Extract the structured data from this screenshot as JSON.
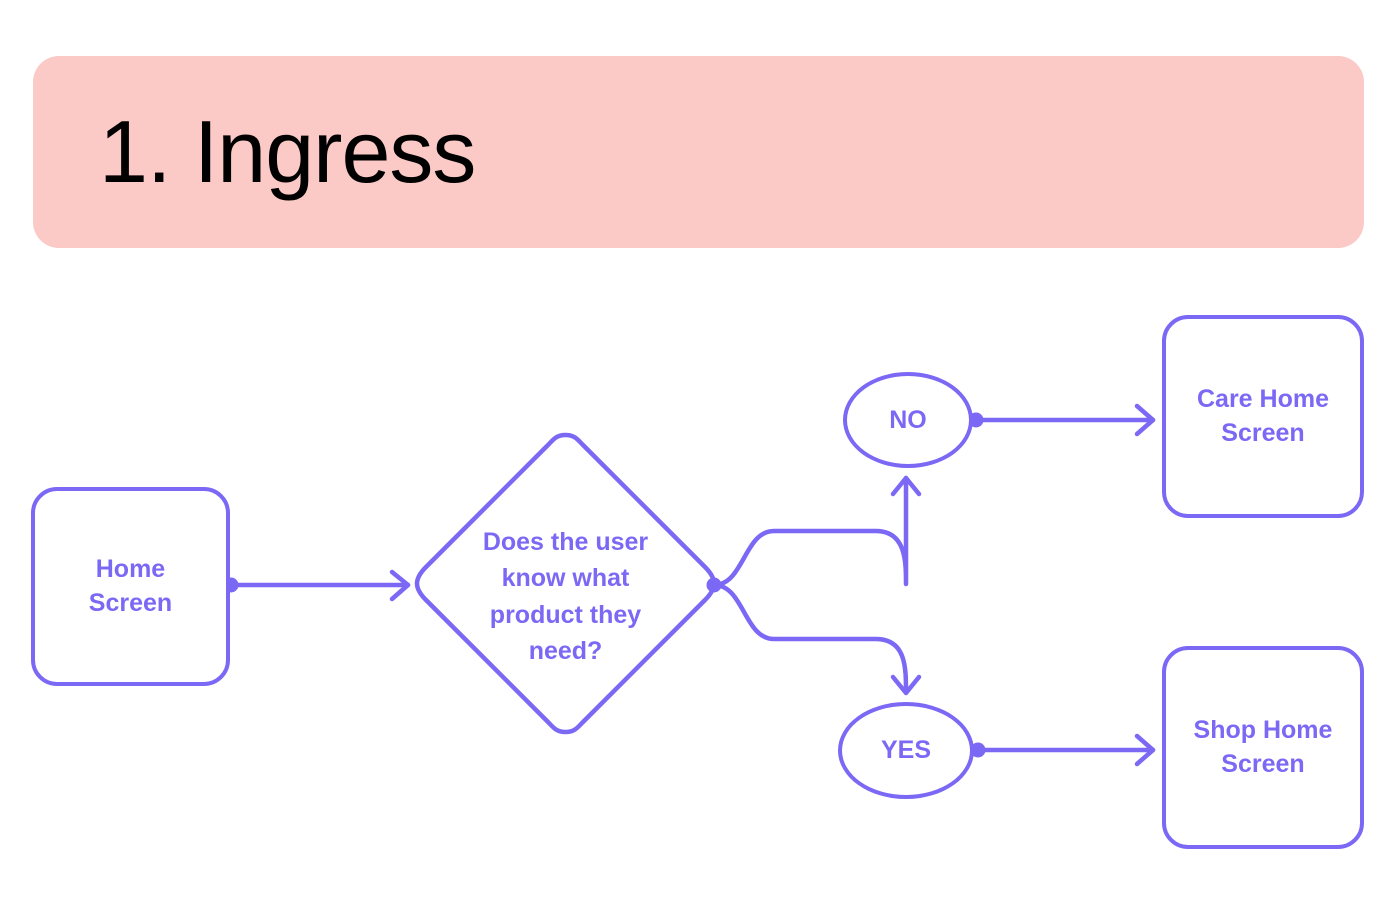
{
  "header": {
    "title": "1. Ingress",
    "background_color": "#FBC9C6",
    "text_color": "#000000"
  },
  "theme": {
    "accent_color": "#7B68F5",
    "canvas_background": "#FFFFFF"
  },
  "diagram": {
    "type": "flowchart",
    "nodes": [
      {
        "id": "home-screen",
        "shape": "rounded-rect",
        "label": "Home\nScreen"
      },
      {
        "id": "decision",
        "shape": "diamond",
        "label": "Does the user\nknow what\nproduct they\nneed?"
      },
      {
        "id": "no",
        "shape": "ellipse",
        "label": "NO"
      },
      {
        "id": "yes",
        "shape": "ellipse",
        "label": "YES"
      },
      {
        "id": "care-home",
        "shape": "rounded-rect",
        "label": "Care Home\nScreen"
      },
      {
        "id": "shop-home",
        "shape": "rounded-rect",
        "label": "Shop Home\nScreen"
      }
    ],
    "edges": [
      {
        "from": "home-screen",
        "to": "decision",
        "label": ""
      },
      {
        "from": "decision",
        "to": "no",
        "label": ""
      },
      {
        "from": "decision",
        "to": "yes",
        "label": ""
      },
      {
        "from": "no",
        "to": "care-home",
        "label": ""
      },
      {
        "from": "yes",
        "to": "shop-home",
        "label": ""
      }
    ]
  },
  "labels": {
    "home_screen": "Home\nScreen",
    "home_screen_line1": "Home",
    "home_screen_line2": "Screen",
    "decision": "Does the user\nknow what\nproduct they\nneed?",
    "no": "NO",
    "yes": "YES",
    "care_home_line1": "Care Home",
    "care_home_line2": "Screen",
    "shop_home_line1": "Shop Home",
    "shop_home_line2": "Screen"
  }
}
